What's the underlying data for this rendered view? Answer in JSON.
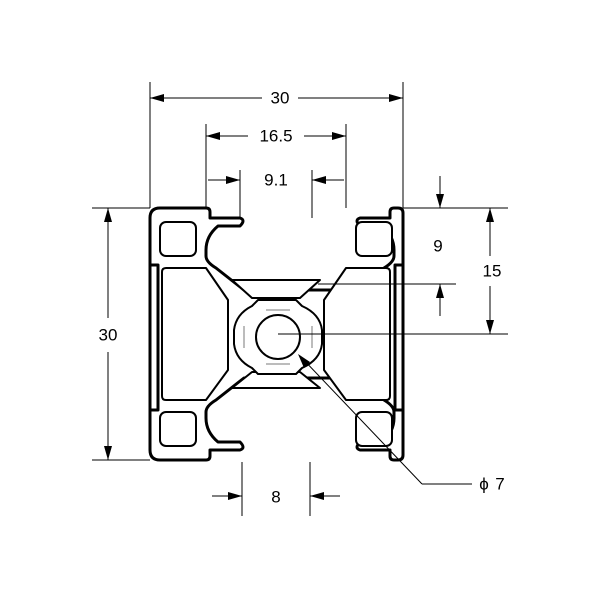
{
  "dimensions": {
    "overall_width": "30",
    "slot_outer_width": "16.5",
    "slot_opening_width": "9.1",
    "overall_height": "30",
    "center_height": "15",
    "slot_depth": "9",
    "slot_bottom_width": "8",
    "center_bore": "7"
  },
  "symbols": {
    "diameter": "ϕ"
  },
  "colors": {
    "line": "#000000",
    "background": "#ffffff"
  }
}
